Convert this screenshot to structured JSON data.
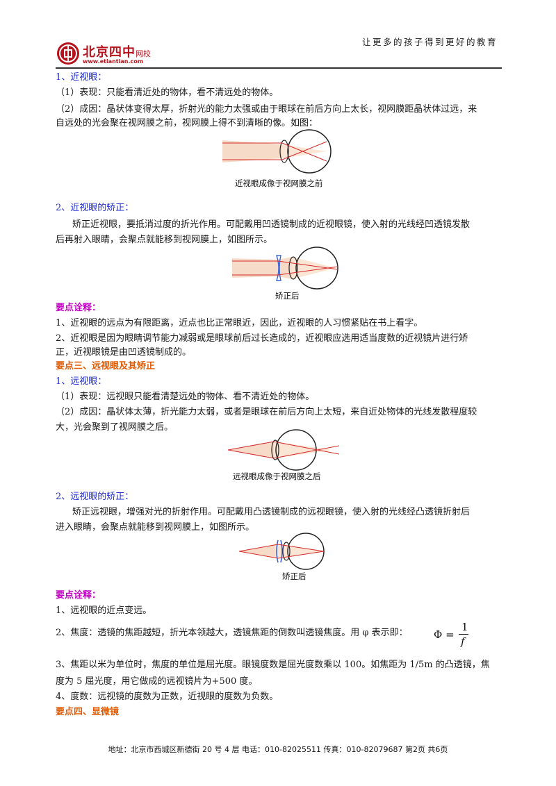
{
  "header": {
    "slogan": "让更多的孩子得到更好的教育",
    "logo_name": "北京四中",
    "logo_suffix": "网校",
    "logo_url": "www.etiantian.com"
  },
  "section_myopia": {
    "h1": "1、近视眼：",
    "p1": "（1）表现：只能看清近处的物体，看不清远处的物体。",
    "p2a": "（2）成因：晶状体变得太厚，折射光的能力太强或由于眼球在前后方向上太长，视网膜距晶状体过远，来",
    "p2b": "自远处的光会聚在视网膜之前，视网膜上得不到清晰的像。如图：",
    "fig1_caption": "近视眼成像于视网膜之前",
    "h2": "2、近视眼的矫正：",
    "p3a": "矫正近视眼，要抵消过度的折光作用。可配戴用凹透镜制成的近视眼镜，使入射的光线经凹透镜发散",
    "p3b": "后再射入眼睛，会聚点就能移到视网膜上，如图所示。",
    "fig2_caption": "矫正后",
    "note_title": "要点诠释：",
    "n1": "1、近视眼的远点为有限距离，近点也比正常眼近，因此，近视眼的人习惯紧贴在书上看字。",
    "n2a": "2、近视眼是因为眼睛调节能力减弱或是眼球前后过长造成的，近视眼应选用适当度数的近视镜片进行矫",
    "n2b": "正，近视眼镜是由凹透镜制成的。"
  },
  "section_hyperopia": {
    "title": "要点三、远视眼及其矫正",
    "h1": "1、远视眼：",
    "p1": "（1）表现：远视眼只能看清楚远处的物体、看不清近处的物体。",
    "p2a": "（2）成因：晶状体太薄，折光能力太弱，或者是眼球在前后方向上太短，来自近处物体的光线发散程度较",
    "p2b": "大，光会聚到了视网膜之后。",
    "fig3_caption": "远视眼成像于视网膜之后",
    "h2": "2、远视眼的矫正：",
    "p3a": "矫正远视眼，增强对光的折射作用。可配戴用凸透镜制成的远视眼镜，使入射的光线经凸透镜折射后",
    "p3b": "进入眼睛，会聚点就能移到视网膜上，如图所示。",
    "fig4_caption": "矫正后",
    "note_title": "要点诠释：",
    "n1": "1、远视眼的近点变远。",
    "n2": "2、焦度：透镜的焦距越短，折光本领越大，透镜焦距的倒数叫透镜焦度。用 φ 表示即：",
    "n3a": "3、焦距以米为单位时，焦度的单位是屈光度。眼镜度数是屈光度数乘以 100。如焦距为 1/5m 的凸透镜，焦",
    "n3b": "度为 5 屈光度，用它做成的远视镜片为+500 度。",
    "n4": "4、度数：远视镜的度数为正数，近视眼的度数为负数。",
    "next_title": "要点四、显微镜"
  },
  "formula": {
    "lhs": "Φ =",
    "numerator": "1",
    "denominator": "f"
  },
  "footer": {
    "text": "地址：北京市西城区新德街 20 号 4 层  电话：010-82025511  传真：010-82079687   第2页  共6页"
  },
  "colors": {
    "heading_blue": "#1f2ed1",
    "note_magenta": "#c400c4",
    "section_orange": "#e25a00",
    "ray_red": "#d42a2a",
    "light_beam": "#f6dcc8",
    "lens_blue": "#3a62d9"
  }
}
